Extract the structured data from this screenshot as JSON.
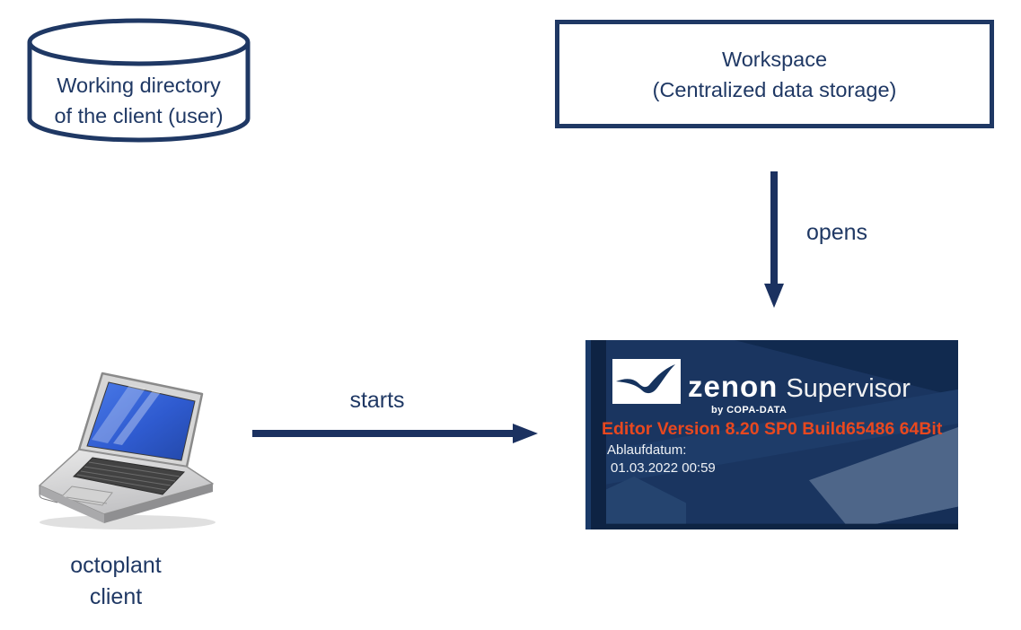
{
  "diagram_title": "octoplant client workspace flow",
  "colors": {
    "navy": "#1f3864",
    "splash_background": "#1a3560",
    "splash_dark_accent": "#112a4f",
    "splash_light_slate": "#4e6689",
    "version_orange": "#e8481f",
    "screen_blue": "#2f5bd0"
  },
  "nodes": {
    "working_directory": {
      "shape": "cylinder",
      "label_line1": "Working directory",
      "label_line2": "of the client (user)"
    },
    "workspace": {
      "shape": "rectangle",
      "label_line1": "Workspace",
      "label_line2": "(Centralized data storage)"
    },
    "octoplant_client": {
      "shape": "laptop-image",
      "label_line1": "octoplant",
      "label_line2": "client"
    },
    "zenon_splash": {
      "shape": "splash-screen-image",
      "product": "zenon",
      "edition": "Supervisor",
      "byline": "by COPA-DATA",
      "version_line": "Editor Version 8.20 SP0 Build65486 64Bit",
      "expiry_label": "Ablaufdatum:",
      "expiry_value": "01.03.2022 00:59"
    }
  },
  "edges": {
    "opens": {
      "from": "workspace",
      "to": "zenon_splash",
      "label": "opens",
      "direction": "down"
    },
    "starts": {
      "from": "octoplant_client",
      "to": "zenon_splash",
      "label": "starts",
      "direction": "right"
    }
  }
}
